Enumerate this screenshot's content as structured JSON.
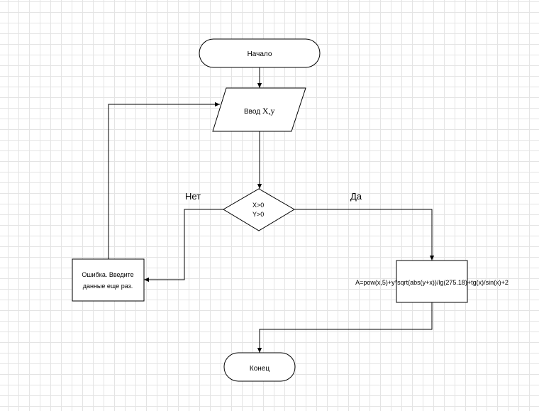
{
  "diagram": {
    "start_label": "Начало",
    "input_label_prefix": "Ввод ",
    "input_label_vars": "X,y",
    "condition_line1": "X>0",
    "condition_line2": "Y>0",
    "no_label": "Нет",
    "yes_label": "Да",
    "error_line1": "Ошибка. Введите",
    "error_line2": "данные еще раз.",
    "formula": "A=pow(x,5)+y*sqrt(abs(y+x))/lg(275.18)+tg(x)/sin(x)+2",
    "end_label": "Конец"
  }
}
